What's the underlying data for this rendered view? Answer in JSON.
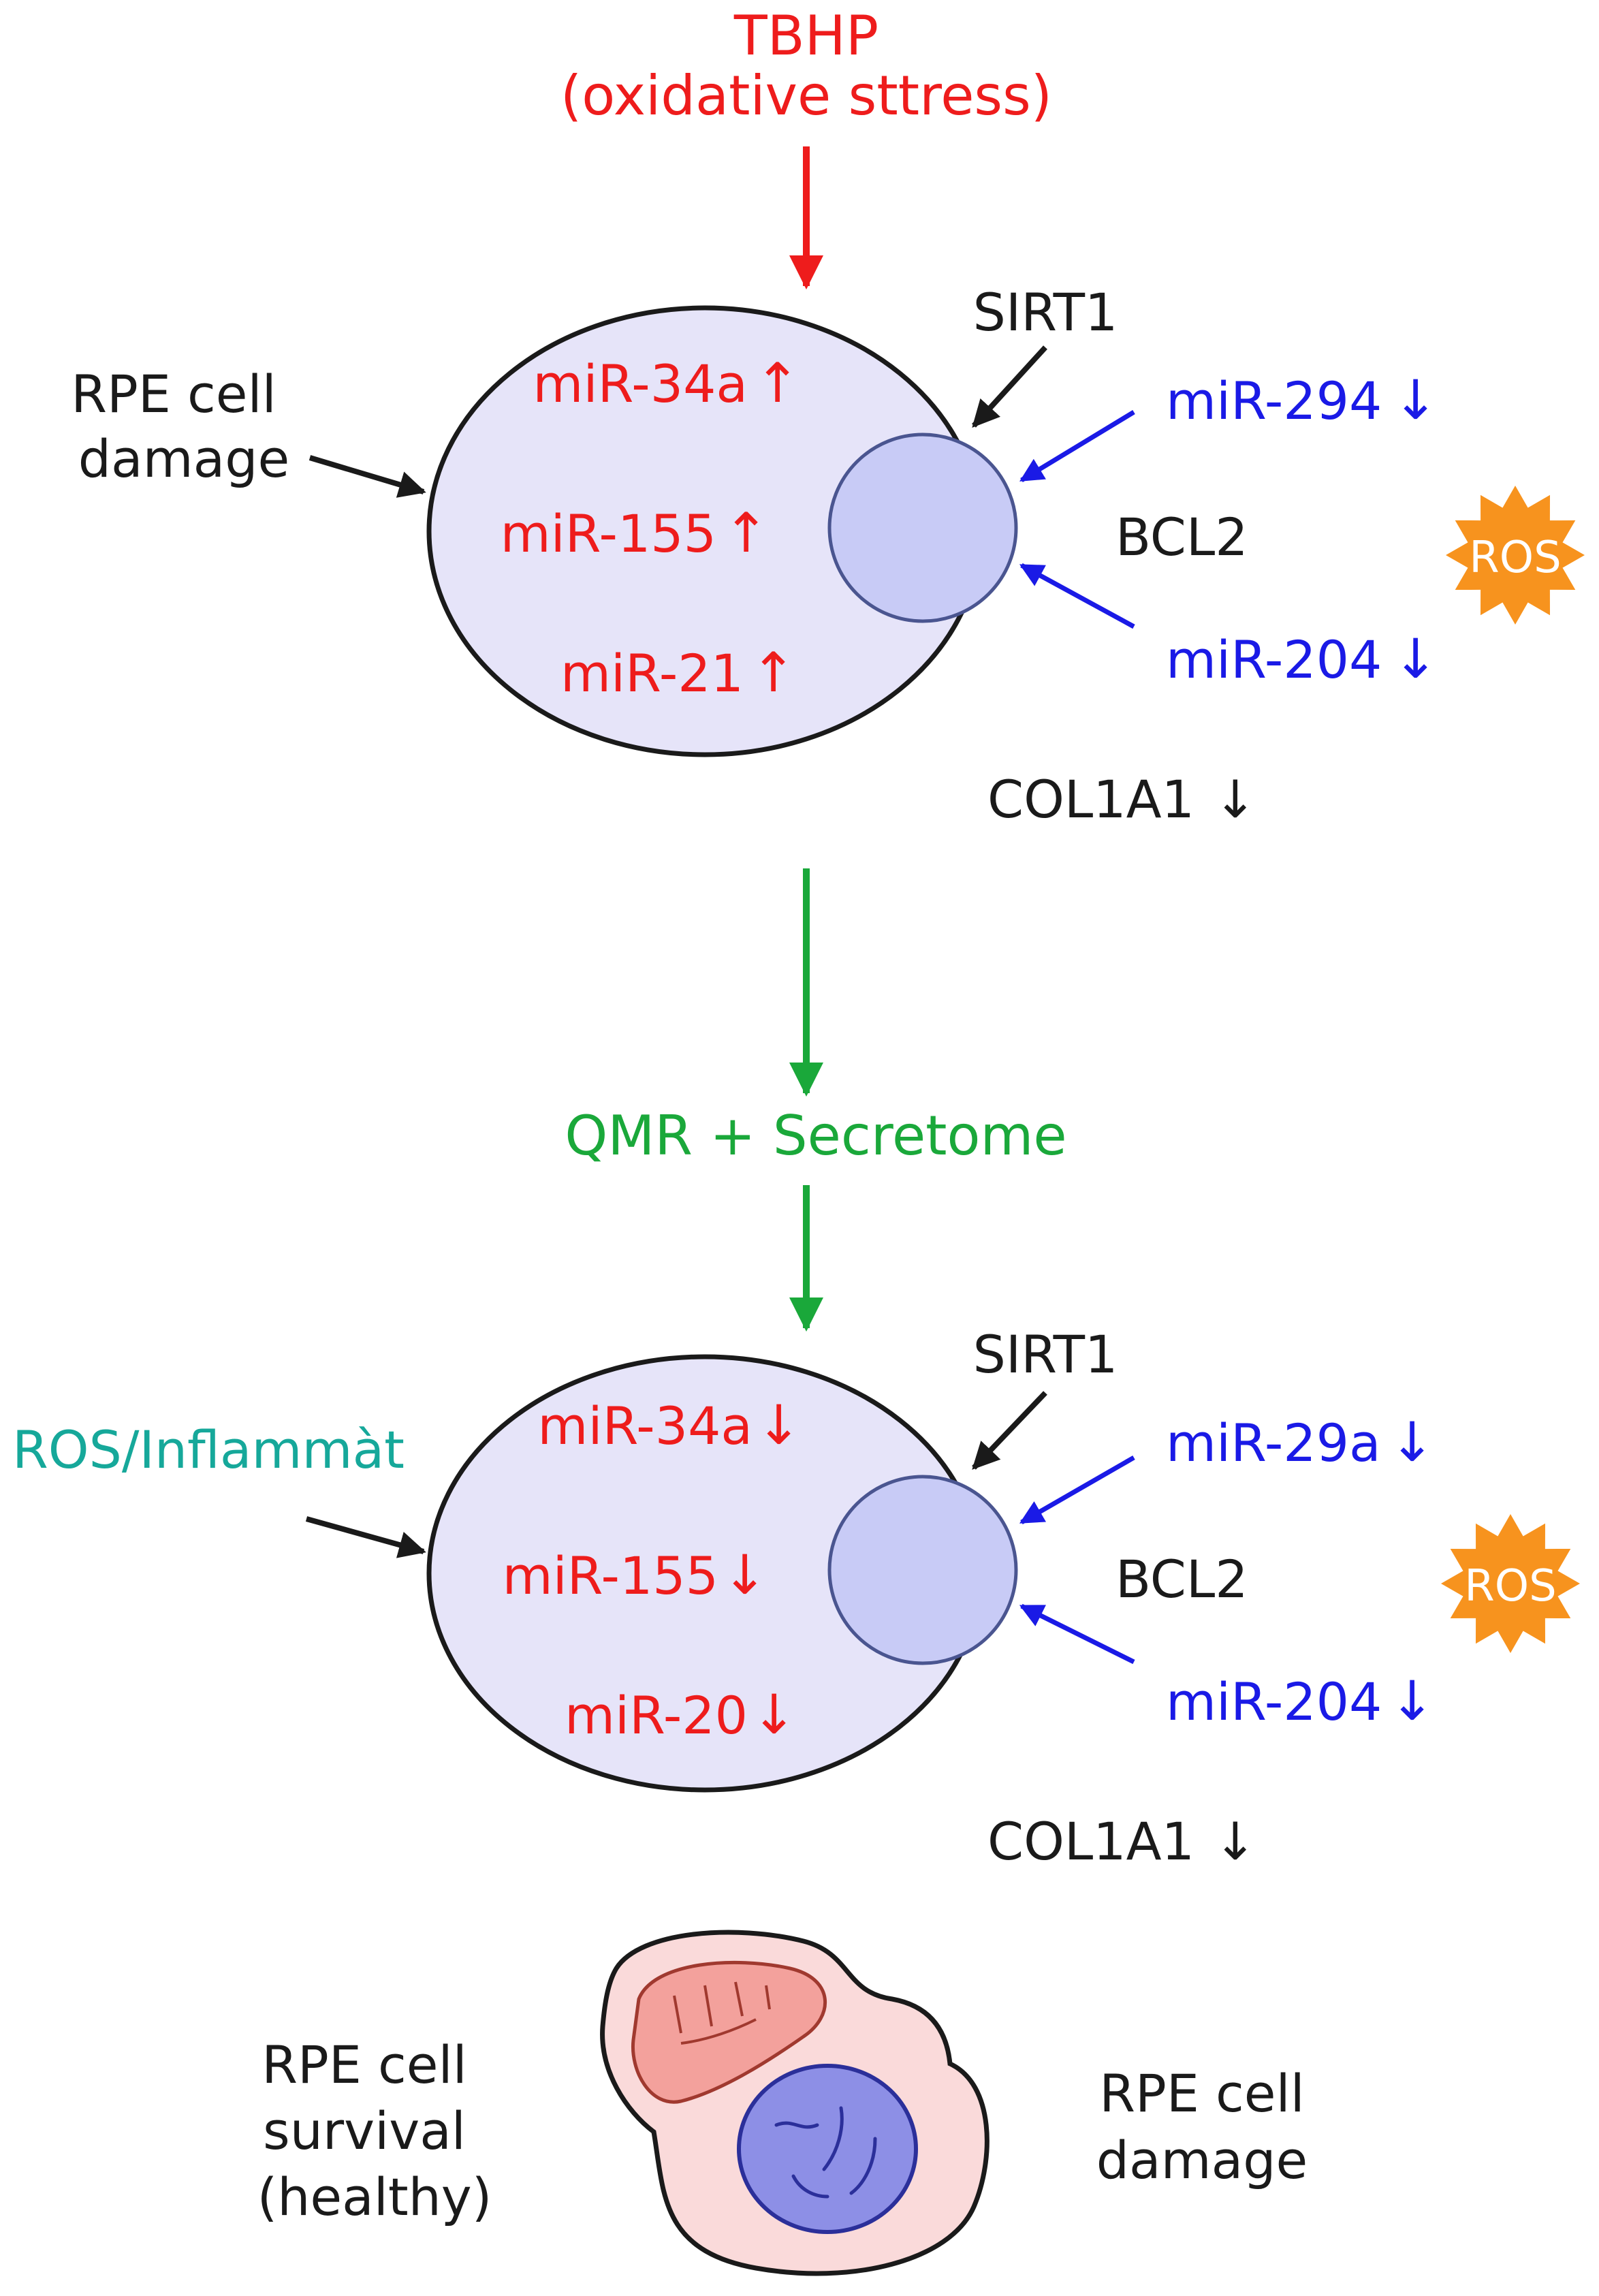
{
  "top": {
    "stressor_label": "TBHP",
    "stressor_sub": "(oxidative sttress)"
  },
  "panel1": {
    "side_label_line1": "RPE cell",
    "side_label_line2": "damage",
    "mir_up": [
      "miR-34a",
      "miR-155",
      "miR-21"
    ],
    "mir_down": [
      "miR-294",
      "miR-204"
    ],
    "sirt1": "SIRT1",
    "bcl2": "BCL2",
    "col1a1": "COL1A1",
    "ros": "ROS"
  },
  "treatment": "QMR + Secretome",
  "panel2": {
    "side_label": "ROS/Inflammàt",
    "mir_down_left": [
      "miR-34a",
      "miR-155",
      "miR-20"
    ],
    "mir_down_right": [
      "miR-29a",
      "miR-204"
    ],
    "sirt1": "SIRT1",
    "bcl2": "BCL2",
    "col1a1": "COL1A1",
    "ros": "ROS"
  },
  "bottom": {
    "left_line1": "RPE cell",
    "left_line2": "survival",
    "left_line3": "(healthy)",
    "right_line1": "RPE cell",
    "right_line2": "damage"
  },
  "glyphs": {
    "up": "↑",
    "down": "↓"
  },
  "colors": {
    "red": "#ee1c1c",
    "blue": "#1a1ae6",
    "green": "#1aa83a",
    "teal": "#16a89a",
    "black": "#1a1a1a",
    "cell_fill": "#e6e4f9",
    "nucleus_fill": "#c8cbf6",
    "nucleus_stroke": "#4a5590",
    "ros_fill": "#f7931e",
    "mito_outer_fill": "#fadada",
    "mito_red_fill": "#f3a19c",
    "mito_blue_fill": "#8d8fe6"
  }
}
